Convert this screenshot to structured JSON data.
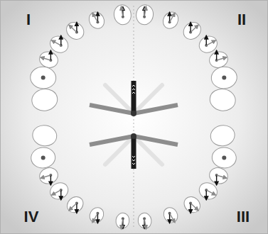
{
  "diagram": {
    "labels": [
      "I",
      "II",
      "IV",
      "III"
    ]
  }
}
